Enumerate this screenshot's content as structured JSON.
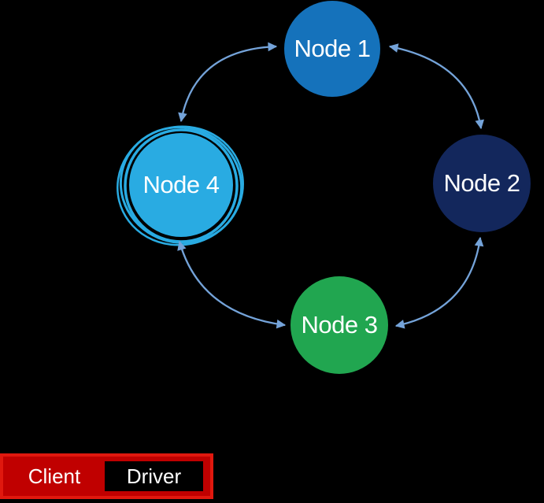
{
  "diagram": {
    "background": "#000000",
    "arrow_color": "#74A3D9",
    "nodes": [
      {
        "id": "node-1",
        "label": "Node 1",
        "color": "#1572BB",
        "position": "top"
      },
      {
        "id": "node-2",
        "label": "Node 2",
        "color": "#13275C",
        "position": "right"
      },
      {
        "id": "node-3",
        "label": "Node 3",
        "color": "#21A650",
        "position": "bottom"
      },
      {
        "id": "node-4",
        "label": "Node 4",
        "color": "#29ABE2",
        "position": "left",
        "highlighted": true,
        "highlight_style": "concentric-rings"
      }
    ],
    "connections": [
      {
        "from": "node-4",
        "to": "node-1",
        "bidirectional": true
      },
      {
        "from": "node-1",
        "to": "node-2",
        "bidirectional": true
      },
      {
        "from": "node-2",
        "to": "node-3",
        "bidirectional": true
      },
      {
        "from": "node-4",
        "to": "node-3",
        "bidirectional": true
      }
    ]
  },
  "legend": {
    "client_label": "Client",
    "driver_label": "Driver",
    "client_fill": "#C00000",
    "border_color": "#E0180E",
    "driver_fill": "#000000",
    "text_color": "#FFFFFF"
  }
}
